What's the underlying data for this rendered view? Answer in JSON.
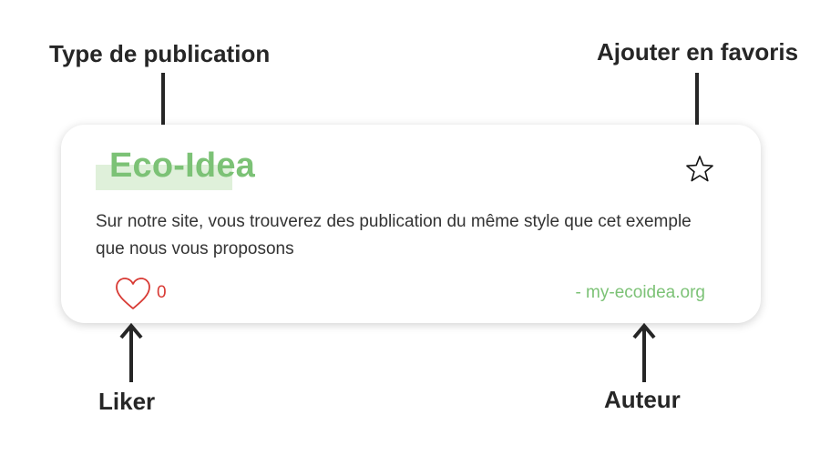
{
  "annotations": {
    "type_label": "Type de publication",
    "favorite_label": "Ajouter en favoris",
    "like_label": "Liker",
    "author_label": "Auteur"
  },
  "card": {
    "type": "Eco-Idea",
    "description": "Sur notre site, vous trouverez des publication du même style que cet exemple que nous vous proposons",
    "like_count": "0",
    "author": "- my-ecoidea.org",
    "favorite_icon": "star-outline-icon",
    "like_icon": "heart-outline-icon"
  },
  "colors": {
    "accent_green": "#7cc276",
    "highlight_green": "#dff0da",
    "like_red": "#d83a34",
    "annotation_text": "#262626",
    "body_text": "#333333"
  }
}
